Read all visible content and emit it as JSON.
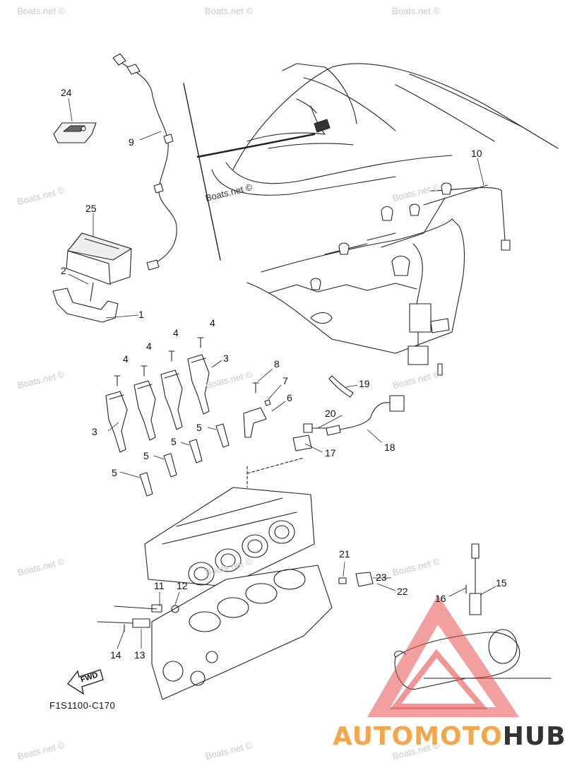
{
  "watermark_text": "Boats.net ©",
  "diagram_code": "F1S1100-C170",
  "fwd_label": "FWD",
  "brand": {
    "part1": "AUTOMOTO",
    "part2": "HUB",
    "color_main": "#f3a64a",
    "color_dark": "#333333",
    "triangle_color": "#e85050"
  },
  "callouts": [
    "24",
    "9",
    "25",
    "2",
    "1",
    "10",
    "4",
    "4",
    "4",
    "4",
    "4",
    "3",
    "3",
    "8",
    "7",
    "6",
    "19",
    "20",
    "18",
    "17",
    "5",
    "5",
    "5",
    "5",
    "21",
    "23",
    "22",
    "11",
    "12",
    "16",
    "15",
    "14",
    "13"
  ]
}
